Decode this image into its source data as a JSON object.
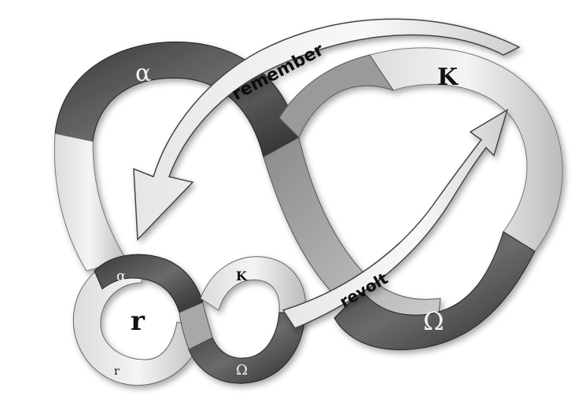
{
  "diagram": {
    "large_loop": {
      "alpha": "α",
      "kappa": "K",
      "omega": "Ω"
    },
    "small_loop": {
      "alpha": "α",
      "kappa": "K",
      "omega": "Ω",
      "r_bottom": "r",
      "r_center": "r"
    },
    "arrows": {
      "remember": "remember",
      "revolt": "revolt"
    }
  }
}
